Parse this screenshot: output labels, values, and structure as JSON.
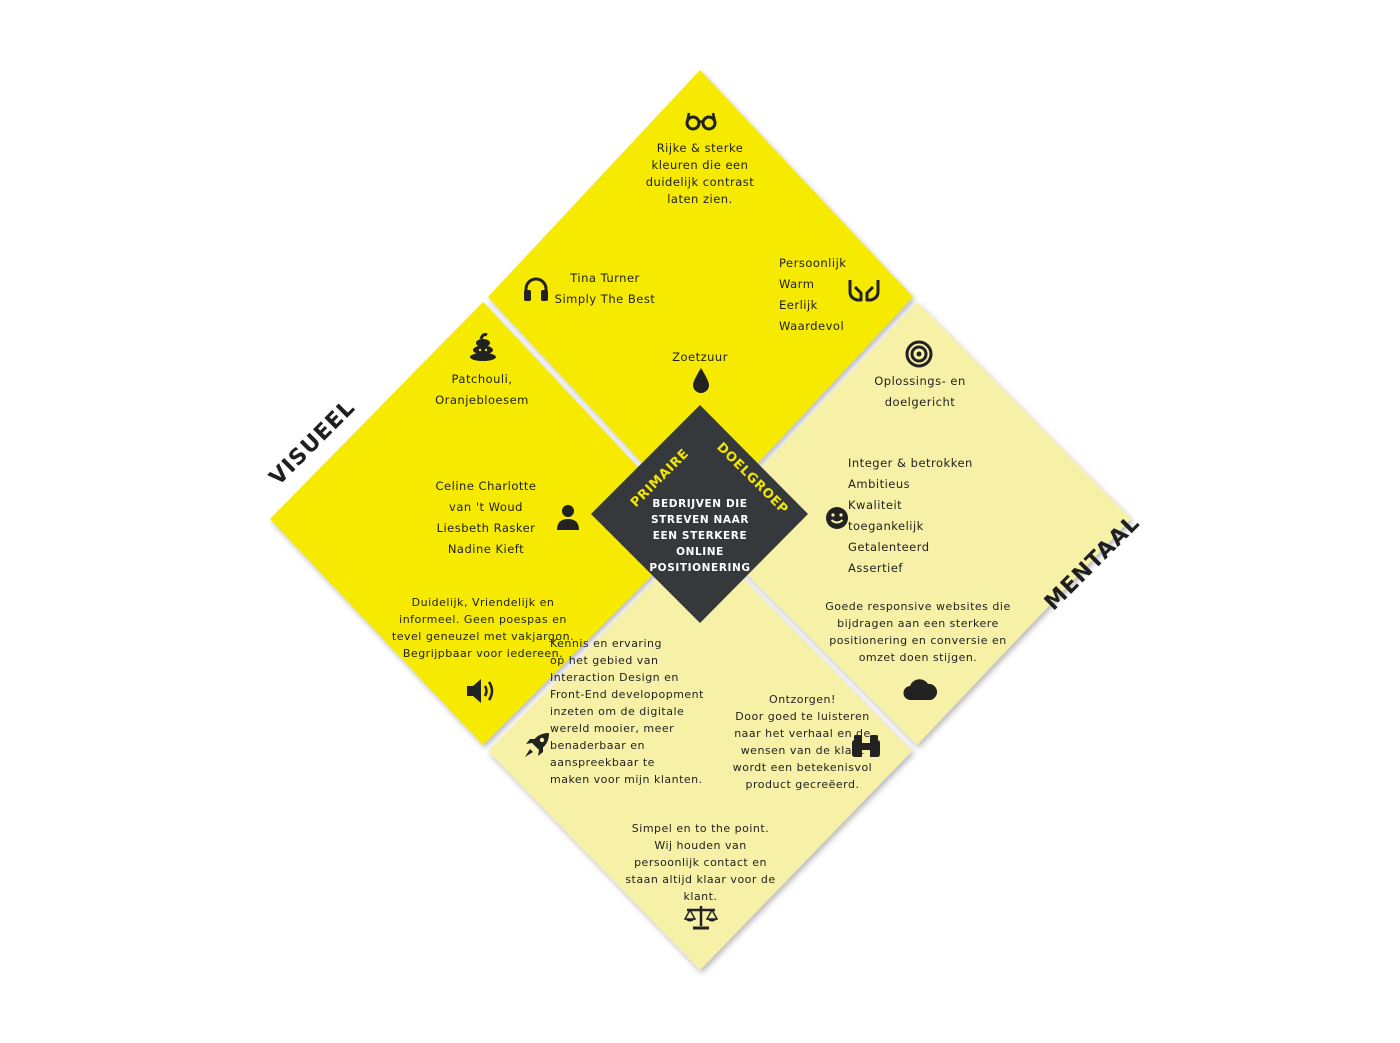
{
  "colors": {
    "yellow": "#f5ea00",
    "pale_yellow": "#f7f1a8",
    "center": "#36393b",
    "text": "#1f1f1f",
    "center_heading": "#f2e600"
  },
  "labels": {
    "visueel": "VISUEEL",
    "mentaal": "MENTAAL"
  },
  "center": {
    "heading_left": "PRIMAIRE",
    "heading_right": "DOELGROEP",
    "text": "BEDRIJVEN DIE\nSTREVEN NAAR\nEEN STERKERE ONLINE\nPOSITIONERING"
  },
  "top": {
    "glasses_icon": "glasses-icon",
    "colors_text": "Rijke & sterke\nkleuren die een\nduidelijk contrast\nlaten zien.",
    "headphones_icon": "headphones-icon",
    "music_text": "Tina Turner\nSimply The Best",
    "hands_icon": "hands-icon",
    "personality_text": "Persoonlijk\nWarm\nEerlijk\nWaardevol",
    "drop_icon": "drop-icon",
    "taste_text": "Zoetzuur"
  },
  "left": {
    "smell_icon": "smell-icon",
    "smell_text": "Patchouli,\nOranjebloesem",
    "person_icon": "person-icon",
    "people_text": "Celine Charlotte\nvan 't Woud\nLiesbeth Rasker\nNadine Kieft",
    "tone_text": "Duidelijk, Vriendelijk en\ninformeel. Geen poespas en\ntevel geneuzel met vakjargon.\nBegrijpbaar voor iedereen.",
    "speaker_icon": "speaker-icon"
  },
  "right": {
    "target_icon": "target-icon",
    "goal_text": "Oplossings- en\ndoelgericht",
    "smiley_icon": "smiley-icon",
    "values_text": "Integer & betrokken\nAmbitieus\nKwaliteit\ntoegankelijk\nGetalenteerd\nAssertief",
    "websites_text": "Goede responsive websites die\nbijdragen aan een sterkere\npositionering en conversie en\nomzet doen stijgen.",
    "cloud_icon": "cloud-icon"
  },
  "bottom": {
    "mission_text": "Kennis en ervaring\nop het gebied van\nInteraction Design en\nFront-End developopment\ninzeten om de digitale\nwereld mooier, meer\nbenaderbaar en\naanspreekbaar te\nmaken voor mijn klanten.",
    "rocket_icon": "rocket-icon",
    "unburden_text": "Ontzorgen!\nDoor goed te luisteren\nnaar het verhaal en de\nwensen van de klant\nwordt een betekenisvol\nproduct gecreëerd.",
    "binoculars_icon": "binoculars-icon",
    "simple_text": "Simpel en to the point.\nWij houden van\npersoonlijk contact en\nstaan altijd klaar voor de\nklant.",
    "scale_icon": "scale-icon"
  }
}
